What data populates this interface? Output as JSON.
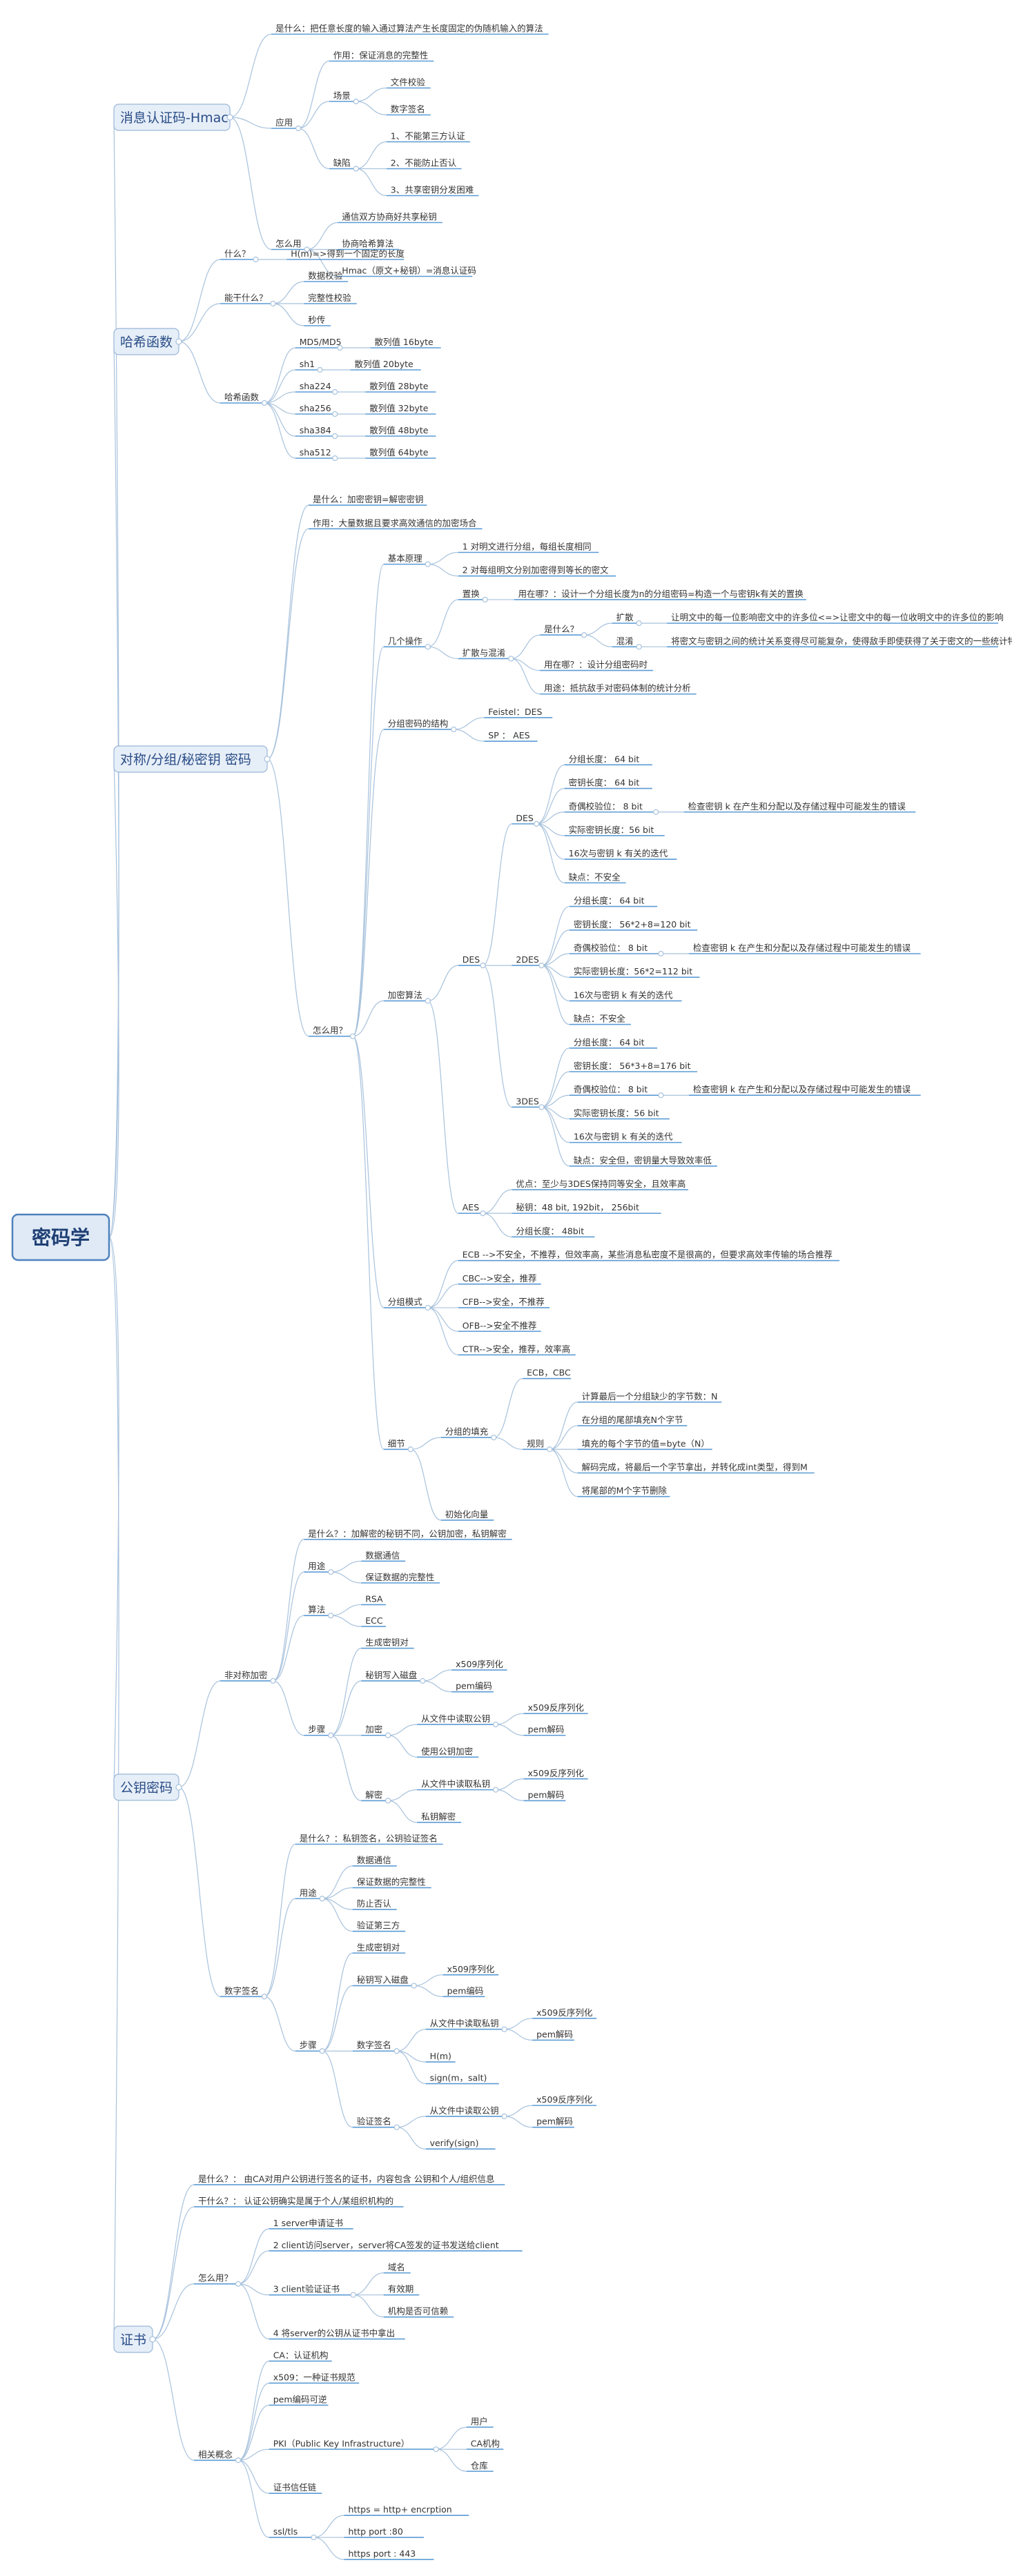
{
  "root": "密码学",
  "branches": [
    {
      "label": "消息认证码-Hmac",
      "children": [
        {
          "label": "是什么：把任意长度的输入通过算法产生长度固定的伪随机输入的算法"
        },
        {
          "label": "应用",
          "children": [
            {
              "label": "作用：保证消息的完整性"
            },
            {
              "label": "场景",
              "children": [
                {
                  "label": "文件校验"
                },
                {
                  "label": "数字签名"
                }
              ]
            },
            {
              "label": "缺陷",
              "children": [
                {
                  "label": "1、不能第三方认证"
                },
                {
                  "label": "2、不能防止否认"
                },
                {
                  "label": "3、共享密钥分发困难"
                }
              ]
            }
          ]
        },
        {
          "label": "怎么用",
          "children": [
            {
              "label": "通信双方协商好共享秘钥"
            },
            {
              "label": "协商哈希算法"
            },
            {
              "label": "Hmac（原文+秘钥）=消息认证码"
            }
          ]
        }
      ]
    },
    {
      "label": "哈希函数",
      "children": [
        {
          "label": "什么？",
          "children": [
            {
              "label": "H(m)=>得到一个固定的长度"
            }
          ]
        },
        {
          "label": "能干什么？",
          "children": [
            {
              "label": "数据校验"
            },
            {
              "label": "完整性校验"
            },
            {
              "label": "秒传"
            }
          ]
        },
        {
          "label": "哈希函数",
          "children": [
            {
              "label": "MD5/MD5",
              "children": [
                {
                  "label": "散列值 16byte"
                }
              ]
            },
            {
              "label": "sh1",
              "children": [
                {
                  "label": "散列值 20byte"
                }
              ]
            },
            {
              "label": "sha224",
              "children": [
                {
                  "label": "散列值 28byte"
                }
              ]
            },
            {
              "label": "sha256",
              "children": [
                {
                  "label": "散列值 32byte"
                }
              ]
            },
            {
              "label": "sha384",
              "children": [
                {
                  "label": "散列值 48byte"
                }
              ]
            },
            {
              "label": "sha512",
              "children": [
                {
                  "label": "散列值 64byte"
                }
              ]
            }
          ]
        }
      ]
    },
    {
      "label": "对称/分组/秘密钥 密码",
      "children": [
        {
          "label": "是什么：加密密钥=解密密钥"
        },
        {
          "label": "作用：大量数据且要求高效通信的加密场合"
        },
        {
          "label": "怎么用？",
          "children": [
            {
              "label": "基本原理",
              "children": [
                {
                  "label": "1 对明文进行分组，每组长度相同"
                },
                {
                  "label": "2 对每组明文分别加密得到等长的密文"
                }
              ]
            },
            {
              "label": "几个操作",
              "children": [
                {
                  "label": "置换",
                  "children": [
                    {
                      "label": "用在哪？：设计一个分组长度为n的分组密码=构造一个与密钥k有关的置换"
                    }
                  ]
                },
                {
                  "label": "扩散与混淆",
                  "children": [
                    {
                      "label": "是什么？",
                      "children": [
                        {
                          "label": "扩散",
                          "children": [
                            {
                              "label": "让明文中的每一位影响密文中的许多位<=>让密文中的每一位收明文中的许多位的影响"
                            }
                          ]
                        },
                        {
                          "label": "混淆",
                          "children": [
                            {
                              "label": "将密文与密钥之间的统计关系变得尽可能复杂，使得敌手即使获得了关于密文的一些统计特性也无法推测密钥"
                            }
                          ]
                        }
                      ]
                    },
                    {
                      "label": "用在哪？：设计分组密码时"
                    },
                    {
                      "label": "用途：抵抗敌手对密码体制的统计分析"
                    }
                  ]
                }
              ]
            },
            {
              "label": "分组密码的结构",
              "children": [
                {
                  "label": "Feistel：DES"
                },
                {
                  "label": "SP ： AES"
                }
              ]
            },
            {
              "label": "加密算法",
              "children": [
                {
                  "label": "DES",
                  "children": [
                    {
                      "label": "DES",
                      "children": [
                        {
                          "label": "分组长度： 64 bit"
                        },
                        {
                          "label": "密钥长度： 64 bit"
                        },
                        {
                          "label": "奇偶校验位： 8 bit",
                          "children": [
                            {
                              "label": "检查密钥 k 在产生和分配以及存储过程中可能发生的错误"
                            }
                          ]
                        },
                        {
                          "label": "实际密钥长度：56 bit"
                        },
                        {
                          "label": "16次与密钥 k 有关的迭代"
                        },
                        {
                          "label": "缺点：不安全"
                        }
                      ]
                    },
                    {
                      "label": "2DES",
                      "children": [
                        {
                          "label": "分组长度： 64 bit"
                        },
                        {
                          "label": "密钥长度： 56*2+8=120 bit"
                        },
                        {
                          "label": "奇偶校验位： 8 bit",
                          "children": [
                            {
                              "label": "检查密钥 k 在产生和分配以及存储过程中可能发生的错误"
                            }
                          ]
                        },
                        {
                          "label": "实际密钥长度：56*2=112 bit"
                        },
                        {
                          "label": "16次与密钥 k 有关的迭代"
                        },
                        {
                          "label": "缺点：不安全"
                        }
                      ]
                    },
                    {
                      "label": "3DES",
                      "children": [
                        {
                          "label": "分组长度： 64 bit"
                        },
                        {
                          "label": "密钥长度： 56*3+8=176 bit"
                        },
                        {
                          "label": "奇偶校验位： 8 bit",
                          "children": [
                            {
                              "label": "检查密钥 k 在产生和分配以及存储过程中可能发生的错误"
                            }
                          ]
                        },
                        {
                          "label": "实际密钥长度：56 bit"
                        },
                        {
                          "label": "16次与密钥 k 有关的迭代"
                        },
                        {
                          "label": "缺点：安全但，密钥量大导致效率低"
                        }
                      ]
                    }
                  ]
                },
                {
                  "label": "AES",
                  "children": [
                    {
                      "label": "优点：至少与3DES保持同等安全，且效率高"
                    },
                    {
                      "label": "秘钥：48 bit, 192bit， 256bit"
                    },
                    {
                      "label": "分组长度： 48bit"
                    }
                  ]
                }
              ]
            },
            {
              "label": "分组模式",
              "children": [
                {
                  "label": "ECB -->不安全，不推荐，但效率高，某些消息私密度不是很高的，但要求高效率传输的场合推荐"
                },
                {
                  "label": "CBC-->安全，推荐"
                },
                {
                  "label": "CFB-->安全，不推荐"
                },
                {
                  "label": "OFB-->安全不推荐"
                },
                {
                  "label": "CTR-->安全，推荐，效率高"
                }
              ]
            },
            {
              "label": "细节",
              "children": [
                {
                  "label": "分组的填充",
                  "children": [
                    {
                      "label": "ECB，CBC"
                    },
                    {
                      "label": "规则",
                      "children": [
                        {
                          "label": "计算最后一个分组缺少的字节数：N"
                        },
                        {
                          "label": "在分组的尾部填充N个字节"
                        },
                        {
                          "label": "填充的每个字节的值=byte（N）"
                        },
                        {
                          "label": "解码完成，将最后一个字节拿出，并转化成int类型，得到M"
                        },
                        {
                          "label": "将尾部的M个字节删除"
                        }
                      ]
                    }
                  ]
                },
                {
                  "label": "初始化向量"
                }
              ]
            }
          ]
        }
      ]
    },
    {
      "label": "公钥密码",
      "children": [
        {
          "label": "非对称加密",
          "children": [
            {
              "label": "是什么？：加解密的秘钥不同，公钥加密，私钥解密"
            },
            {
              "label": "用途",
              "children": [
                {
                  "label": "数据通信"
                },
                {
                  "label": "保证数据的完整性"
                }
              ]
            },
            {
              "label": "算法",
              "children": [
                {
                  "label": "RSA"
                },
                {
                  "label": "ECC"
                }
              ]
            },
            {
              "label": "步骤",
              "children": [
                {
                  "label": "生成密钥对"
                },
                {
                  "label": "秘钥写入磁盘",
                  "children": [
                    {
                      "label": "x509序列化"
                    },
                    {
                      "label": "pem编码"
                    }
                  ]
                },
                {
                  "label": "加密",
                  "children": [
                    {
                      "label": "从文件中读取公钥",
                      "children": [
                        {
                          "label": "x509反序列化"
                        },
                        {
                          "label": "pem解码"
                        }
                      ]
                    },
                    {
                      "label": "使用公钥加密"
                    }
                  ]
                },
                {
                  "label": "解密",
                  "children": [
                    {
                      "label": "从文件中读取私钥",
                      "children": [
                        {
                          "label": "x509反序列化"
                        },
                        {
                          "label": "pem解码"
                        }
                      ]
                    },
                    {
                      "label": "私钥解密"
                    }
                  ]
                }
              ]
            }
          ]
        },
        {
          "label": "数字签名",
          "children": [
            {
              "label": "是什么？：私钥签名，公钥验证签名"
            },
            {
              "label": "用途",
              "children": [
                {
                  "label": "数据通信"
                },
                {
                  "label": "保证数据的完整性"
                },
                {
                  "label": "防止否认"
                },
                {
                  "label": "验证第三方"
                }
              ]
            },
            {
              "label": "步骤",
              "children": [
                {
                  "label": "生成密钥对"
                },
                {
                  "label": "秘钥写入磁盘",
                  "children": [
                    {
                      "label": "x509序列化"
                    },
                    {
                      "label": "pem编码"
                    }
                  ]
                },
                {
                  "label": "数字签名",
                  "children": [
                    {
                      "label": "从文件中读取私钥",
                      "children": [
                        {
                          "label": "x509反序列化"
                        },
                        {
                          "label": "pem解码"
                        }
                      ]
                    },
                    {
                      "label": "H(m)"
                    },
                    {
                      "label": "sign(m，salt)"
                    }
                  ]
                },
                {
                  "label": "验证签名",
                  "children": [
                    {
                      "label": "从文件中读取公钥",
                      "children": [
                        {
                          "label": "x509反序列化"
                        },
                        {
                          "label": "pem解码"
                        }
                      ]
                    },
                    {
                      "label": "verify(sign)"
                    }
                  ]
                }
              ]
            }
          ]
        }
      ]
    },
    {
      "label": "证书",
      "children": [
        {
          "label": "是什么？： 由CA对用户公钥进行签名的证书，内容包含 公钥和个人/组织信息"
        },
        {
          "label": "干什么？： 认证公钥确实是属于个人/某组织机构的"
        },
        {
          "label": "怎么用？",
          "children": [
            {
              "label": "1 server申请证书"
            },
            {
              "label": "2 client访问server，server将CA签发的证书发送给client"
            },
            {
              "label": "3 client验证证书",
              "children": [
                {
                  "label": "域名"
                },
                {
                  "label": "有效期"
                },
                {
                  "label": "机构是否可信赖"
                }
              ]
            },
            {
              "label": "4 将server的公钥从证书中拿出"
            }
          ]
        },
        {
          "label": "相关概念",
          "children": [
            {
              "label": "CA：认证机构"
            },
            {
              "label": "x509：一种证书规范"
            },
            {
              "label": "pem编码可逆"
            },
            {
              "label": "PKI（Public Key Infrastructure）",
              "children": [
                {
                  "label": "用户"
                },
                {
                  "label": "CA机构"
                },
                {
                  "label": "仓库"
                }
              ]
            },
            {
              "label": "证书信任链"
            },
            {
              "label": "ssl/tls",
              "children": [
                {
                  "label": "https = http+ encrption"
                },
                {
                  "label": "http  port :80"
                },
                {
                  "label": "https port : 443"
                }
              ]
            }
          ]
        }
      ]
    }
  ]
}
